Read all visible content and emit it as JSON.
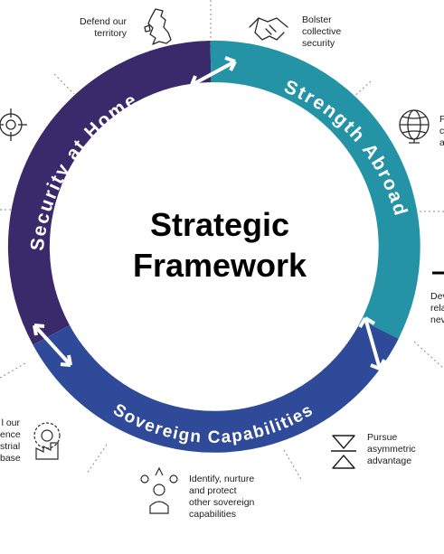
{
  "title": [
    "Strategic",
    "Framework"
  ],
  "segments": {
    "security_at_home": "Security at Home",
    "strength_abroad": "Strength Abroad",
    "sovereign_capabilities": "Sovereign Capabilities"
  },
  "colors": {
    "security_at_home": "#3b2a6b",
    "strength_abroad": "#2493a6",
    "sovereign_capabilities": "#2f4a98",
    "icon_stroke": "#2b2b2b",
    "connector": "#8a8a8a"
  },
  "notes": {
    "defend": [
      "Defend our",
      "territory"
    ],
    "bolster": [
      "Bolster",
      "collective",
      "security"
    ],
    "globe_partial": [
      "P",
      "c",
      "a"
    ],
    "develop_partial": [
      "Dev",
      "rela",
      "nev"
    ],
    "asymmetric": [
      "Pursue",
      "asymmetric",
      "advantage"
    ],
    "identify": [
      "Identify, nurture",
      "and protect",
      "other sovereign",
      "capabilities"
    ],
    "industrial_partial": [
      "l our",
      "ence",
      "strial",
      "base"
    ]
  },
  "icons": [
    "uk-map-icon",
    "handshake-icon",
    "crosshair-icon",
    "globe-icon",
    "dash-icon",
    "hourglass-icon",
    "person-innovation-icon",
    "factory-gear-icon"
  ]
}
